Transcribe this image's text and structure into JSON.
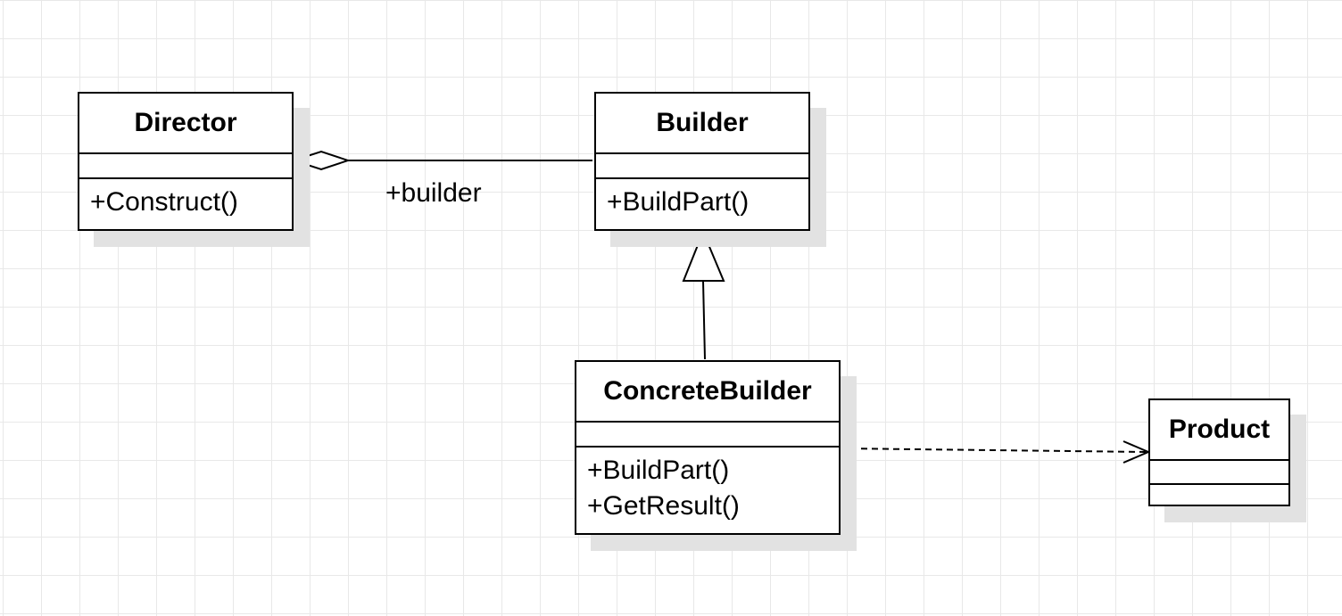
{
  "classes": {
    "director": {
      "name": "Director",
      "methods": [
        "+Construct()"
      ]
    },
    "builder": {
      "name": "Builder",
      "methods": [
        "+BuildPart()"
      ]
    },
    "concrete_builder": {
      "name": "ConcreteBuilder",
      "methods": [
        "+BuildPart()",
        "+GetResult()"
      ]
    },
    "product": {
      "name": "Product",
      "methods": []
    }
  },
  "relations": {
    "aggregation": {
      "from": "Director",
      "to": "Builder",
      "label": "+builder"
    },
    "generalization": {
      "from": "ConcreteBuilder",
      "to": "Builder"
    },
    "dependency": {
      "from": "ConcreteBuilder",
      "to": "Product"
    }
  },
  "colors": {
    "line": "#000000",
    "grid": "#e8e8e8",
    "shadow": "#e2e2e2",
    "background": "#ffffff"
  }
}
